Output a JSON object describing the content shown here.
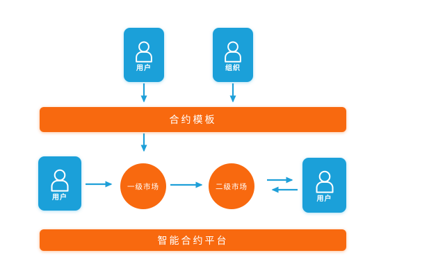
{
  "colors": {
    "node_blue": "#1BA0D9",
    "bar_orange": "#F8690F",
    "arrow_blue": "#1E9FD8",
    "label_white": "#FFFFFF"
  },
  "diagram": {
    "nodes": {
      "user_top": {
        "label": "用户",
        "type": "actor"
      },
      "org_top": {
        "label": "组织",
        "type": "actor"
      },
      "user_left": {
        "label": "用户",
        "type": "actor"
      },
      "user_right": {
        "label": "用户",
        "type": "actor"
      },
      "primary_market": {
        "label": "一级市场",
        "type": "process"
      },
      "secondary_market": {
        "label": "二级市场",
        "type": "process"
      }
    },
    "bars": {
      "contract_template": {
        "label": "合约模板"
      },
      "smart_contract_platform": {
        "label": "智能合约平台"
      }
    },
    "edges": [
      {
        "from": "user_top",
        "to": "contract_template",
        "direction": "down"
      },
      {
        "from": "org_top",
        "to": "contract_template",
        "direction": "down"
      },
      {
        "from": "contract_template",
        "to": "primary_market",
        "direction": "down"
      },
      {
        "from": "user_left",
        "to": "primary_market",
        "direction": "right"
      },
      {
        "from": "primary_market",
        "to": "secondary_market",
        "direction": "right"
      },
      {
        "from": "secondary_market",
        "to": "user_right",
        "direction": "right"
      },
      {
        "from": "user_right",
        "to": "secondary_market",
        "direction": "left"
      }
    ]
  }
}
